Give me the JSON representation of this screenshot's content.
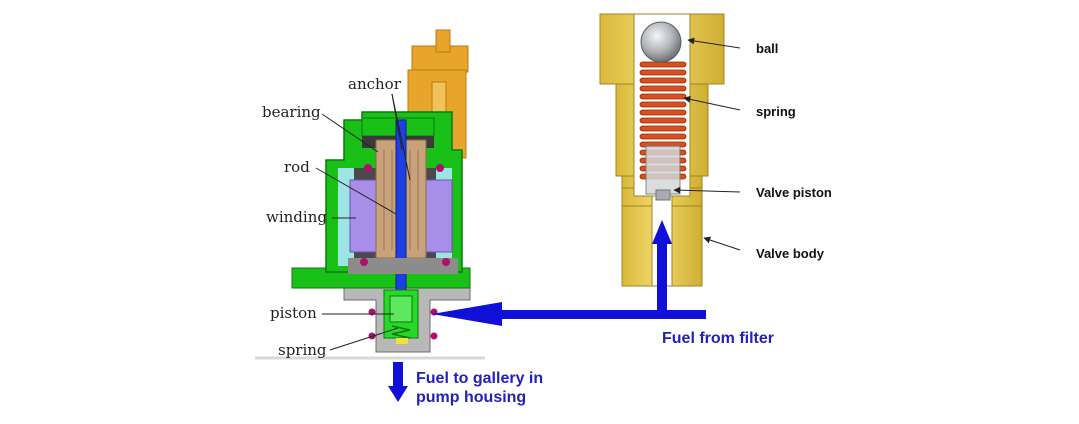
{
  "colors": {
    "flow": "#1010d8",
    "flow_text": "#2222b8",
    "valve_body": "#e8cd55",
    "spring": "#d8501e",
    "ball": "#b0b4b8",
    "housing_green": "#18c018",
    "connector_orange": "#e7a62b",
    "winding_purple": "#a88ee8",
    "rod_blue": "#1e40e0",
    "anchor_bronze": "#c8a27a"
  },
  "solenoid": {
    "labels": {
      "anchor": "anchor",
      "bearing": "bearing",
      "rod": "rod",
      "winding": "winding",
      "piston": "piston",
      "spring": "spring"
    }
  },
  "valve": {
    "labels": {
      "ball": "ball",
      "spring": "spring",
      "valve_piston": "Valve piston",
      "valve_body": "Valve body"
    }
  },
  "flow": {
    "inlet_line1": "Fuel from filter",
    "outlet_line1": "Fuel to gallery in",
    "outlet_line2": "pump housing"
  }
}
